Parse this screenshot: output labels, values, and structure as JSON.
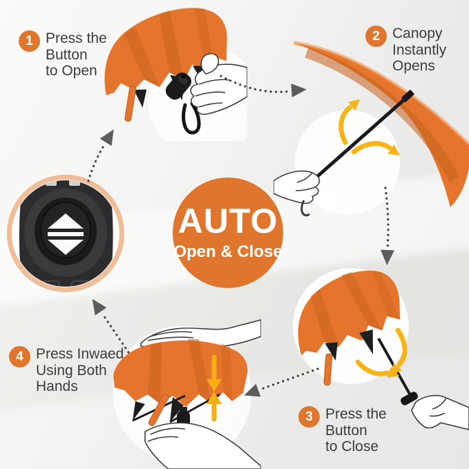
{
  "title_badge": {
    "main": "AUTO",
    "sub": "Open & Close"
  },
  "steps": {
    "step1": {
      "num": "1",
      "line1": "Press the",
      "line2": "Button",
      "line3": "to Open"
    },
    "step2": {
      "num": "2",
      "line1": "Canopy",
      "line2": "Instantly",
      "line3": "Opens"
    },
    "step3": {
      "num": "3",
      "line1": "Press the",
      "line2": "Button",
      "line3": "to Close"
    },
    "step4": {
      "num": "4",
      "line1": "Press Inwaed",
      "line2": "Using Both",
      "line3": "Hands"
    }
  },
  "colors": {
    "accent_orange": "#E0762E",
    "umbrella_orange": "#E5752C",
    "umbrella_shade": "#C9631F",
    "motion_yellow": "#F6B114",
    "ring_peach": "#F3C7A6",
    "text_dark": "#3B3B3B",
    "flow_dot": "#3E3E3E",
    "flow_head": "#5C5C5C"
  },
  "icons": {
    "center_button": "open-close-button-icon",
    "flow_arrow": "dotted-flow-arrow-icon",
    "motion_arrow": "yellow-motion-arrow-icon"
  }
}
